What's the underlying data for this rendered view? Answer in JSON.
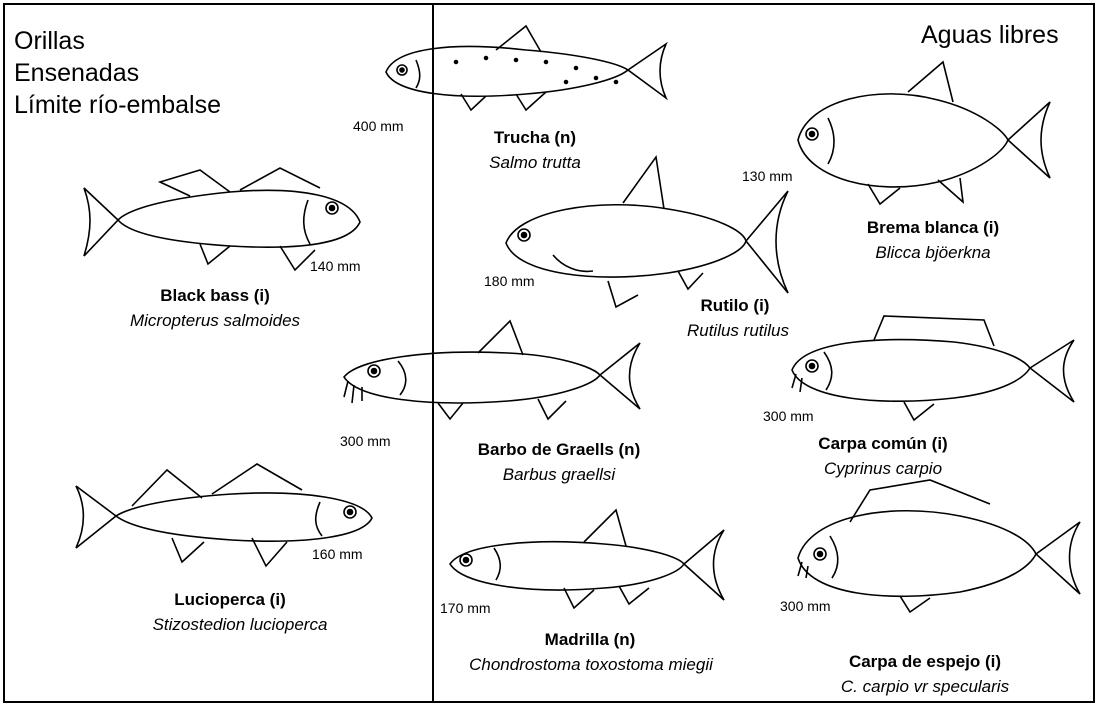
{
  "habitats": {
    "left": [
      "Orillas",
      "Ensenadas",
      "Límite río-embalse"
    ],
    "right": "Aguas libres"
  },
  "species": [
    {
      "key": "trucha",
      "common": "Trucha (n)",
      "scientific": "Salmo trutta",
      "size": "400 mm"
    },
    {
      "key": "black-bass",
      "common": "Black bass (i)",
      "scientific": "Micropterus salmoides",
      "size": "140  mm"
    },
    {
      "key": "brema-blanca",
      "common": "Brema blanca (i)",
      "scientific": "Blicca bjöerkna",
      "size": "130 mm"
    },
    {
      "key": "rutilo",
      "common": "Rutilo (i)",
      "scientific": "Rutilus rutilus",
      "size": "180 mm"
    },
    {
      "key": "barbo",
      "common": "Barbo de Graells (n)",
      "scientific": "Barbus graellsi",
      "size": "300 mm"
    },
    {
      "key": "carpa-comun",
      "common": "Carpa común (i)",
      "scientific": "Cyprinus carpio",
      "size": "300 mm"
    },
    {
      "key": "lucioperca",
      "common": "Lucioperca (i)",
      "scientific": "Stizostedion lucioperca",
      "size": "160 mm"
    },
    {
      "key": "madrilla",
      "common": "Madrilla (n)",
      "scientific": "Chondrostoma toxostoma miegii",
      "size": "170 mm"
    },
    {
      "key": "carpa-espejo",
      "common": "Carpa de espejo (i)",
      "scientific": "C. carpio vr specularis",
      "size": "300 mm"
    }
  ]
}
